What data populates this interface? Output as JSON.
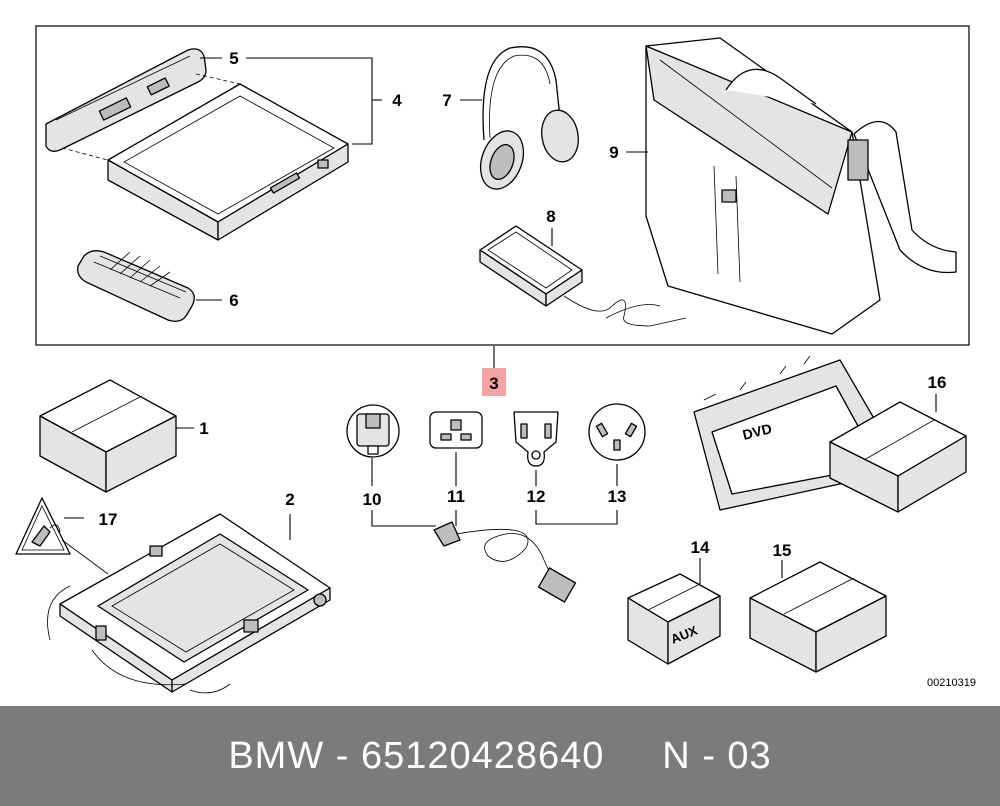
{
  "diagram": {
    "reference_code": "00210319",
    "callouts": {
      "c1": "1",
      "c2": "2",
      "c3": "3",
      "c4": "4",
      "c5": "5",
      "c6": "6",
      "c7": "7",
      "c8": "8",
      "c9": "9",
      "c10": "10",
      "c11": "11",
      "c12": "12",
      "c13": "13",
      "c14": "14",
      "c15": "15",
      "c16": "16",
      "c17": "17"
    },
    "labels": {
      "dvd": "DVD",
      "aux": "AUX"
    },
    "highlight_color": "#f4a3a3"
  },
  "footer": {
    "text": "BMW - 65120428640     N - 03"
  }
}
